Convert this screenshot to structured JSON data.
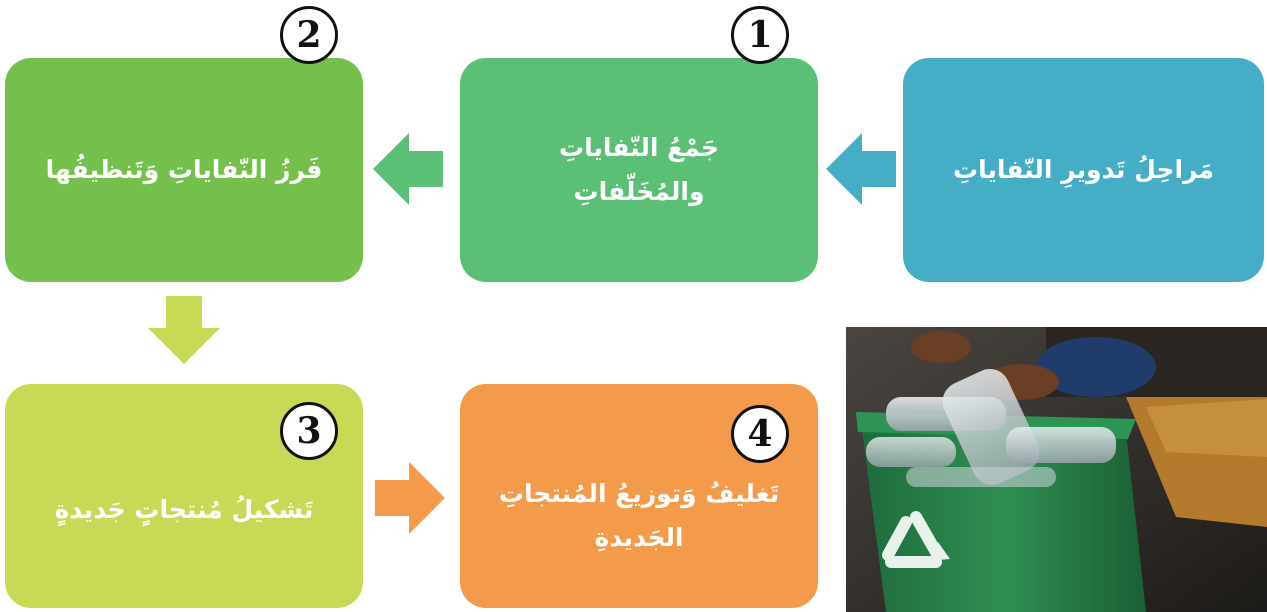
{
  "title": "مَراحِلُ تَدويرِ النّفاياتِ",
  "steps": [
    {
      "number": "1",
      "lines": [
        "جَمْعُ النّفاياتِ",
        "والمُخَلّفاتِ"
      ]
    },
    {
      "number": "2",
      "lines": [
        "فَرزُ النّفاياتِ وَتَنظيفُها"
      ]
    },
    {
      "number": "3",
      "lines": [
        "تَشكيلُ مُنتجاتٍ جَديدةٍ"
      ]
    },
    {
      "number": "4",
      "lines": [
        "تَغليفُ وَتوزيعُ المُنتجاتِ",
        "الجَديدةِ"
      ]
    }
  ],
  "colors": {
    "title_box": "#45aec6",
    "step1": "#5cbf76",
    "step2": "#75c04c",
    "step3": "#c8d955",
    "step4": "#f39a4b"
  },
  "icons": [
    "recycle-icon"
  ]
}
